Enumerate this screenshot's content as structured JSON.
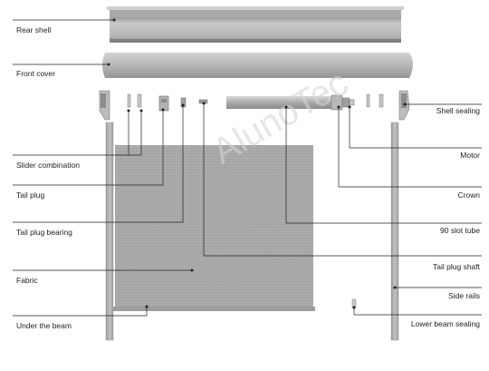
{
  "watermark": "AlunoTec",
  "labels_left": [
    {
      "id": "rear-shell",
      "text": "Rear shell"
    },
    {
      "id": "front-cover",
      "text": "Front cover"
    },
    {
      "id": "slider-combination",
      "text": "Slider combination"
    },
    {
      "id": "tail-plug",
      "text": "Tail plug"
    },
    {
      "id": "tail-plug-bearing",
      "text": "Tail plug bearing"
    },
    {
      "id": "fabric",
      "text": "Fabric"
    },
    {
      "id": "under-the-beam",
      "text": "Under the beam"
    }
  ],
  "labels_right": [
    {
      "id": "shell-sealing",
      "text": "Shell sealing"
    },
    {
      "id": "motor",
      "text": "Motor"
    },
    {
      "id": "crown",
      "text": "Crown"
    },
    {
      "id": "90-slot-tube",
      "text": "90 slot tube"
    },
    {
      "id": "tail-plug-shaft",
      "text": "Tail plug shaft"
    },
    {
      "id": "side-rails",
      "text": "Side rails"
    },
    {
      "id": "lower-beam-sealing",
      "text": "Lower beam sealing"
    }
  ],
  "colors": {
    "line": "#222222",
    "part_fill": "#bfbfbf",
    "part_dark": "#8e8e8e",
    "fabric": "#a7a7a7",
    "watermark": "#d6d6d6"
  }
}
